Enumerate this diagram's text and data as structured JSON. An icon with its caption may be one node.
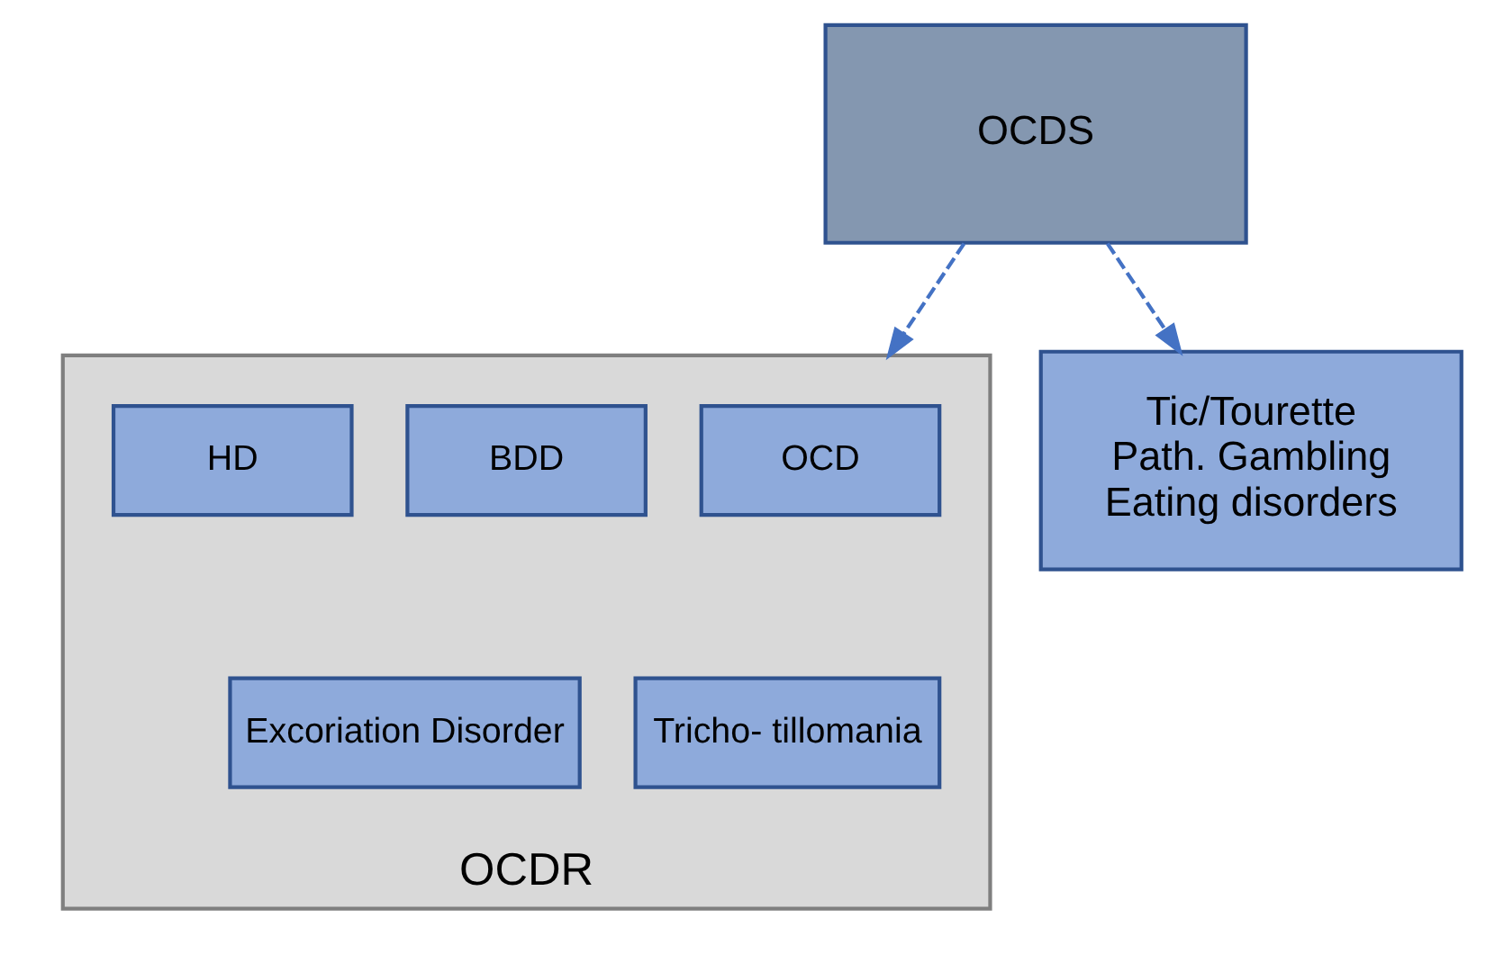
{
  "diagram": {
    "nodes": [
      {
        "text": [
          "OCDS"
        ]
      },
      {
        "text": [
          "OCDR"
        ]
      },
      {
        "text": [
          "OCD"
        ],
        "in": 1
      },
      {
        "text": [
          "BDD"
        ],
        "in": 1
      },
      {
        "text": [
          "HD"
        ],
        "in": 1
      },
      {
        "text": [
          "Tricho- tillomania"
        ],
        "in": 1
      },
      {
        "text": [
          "Excoriation Disorder"
        ],
        "in": 1
      },
      {
        "text": [
          "Tic/Tourette",
          "Path. Gambling",
          "Eating disorders"
        ]
      }
    ],
    "edges": [
      {
        "from": 0,
        "to": 1,
        "arrow": "to",
        "style": "dashed",
        "color": "#4472c4"
      },
      {
        "from": 0,
        "to": 7,
        "arrow": "to",
        "style": "dashed",
        "color": "#4472c4"
      }
    ]
  }
}
